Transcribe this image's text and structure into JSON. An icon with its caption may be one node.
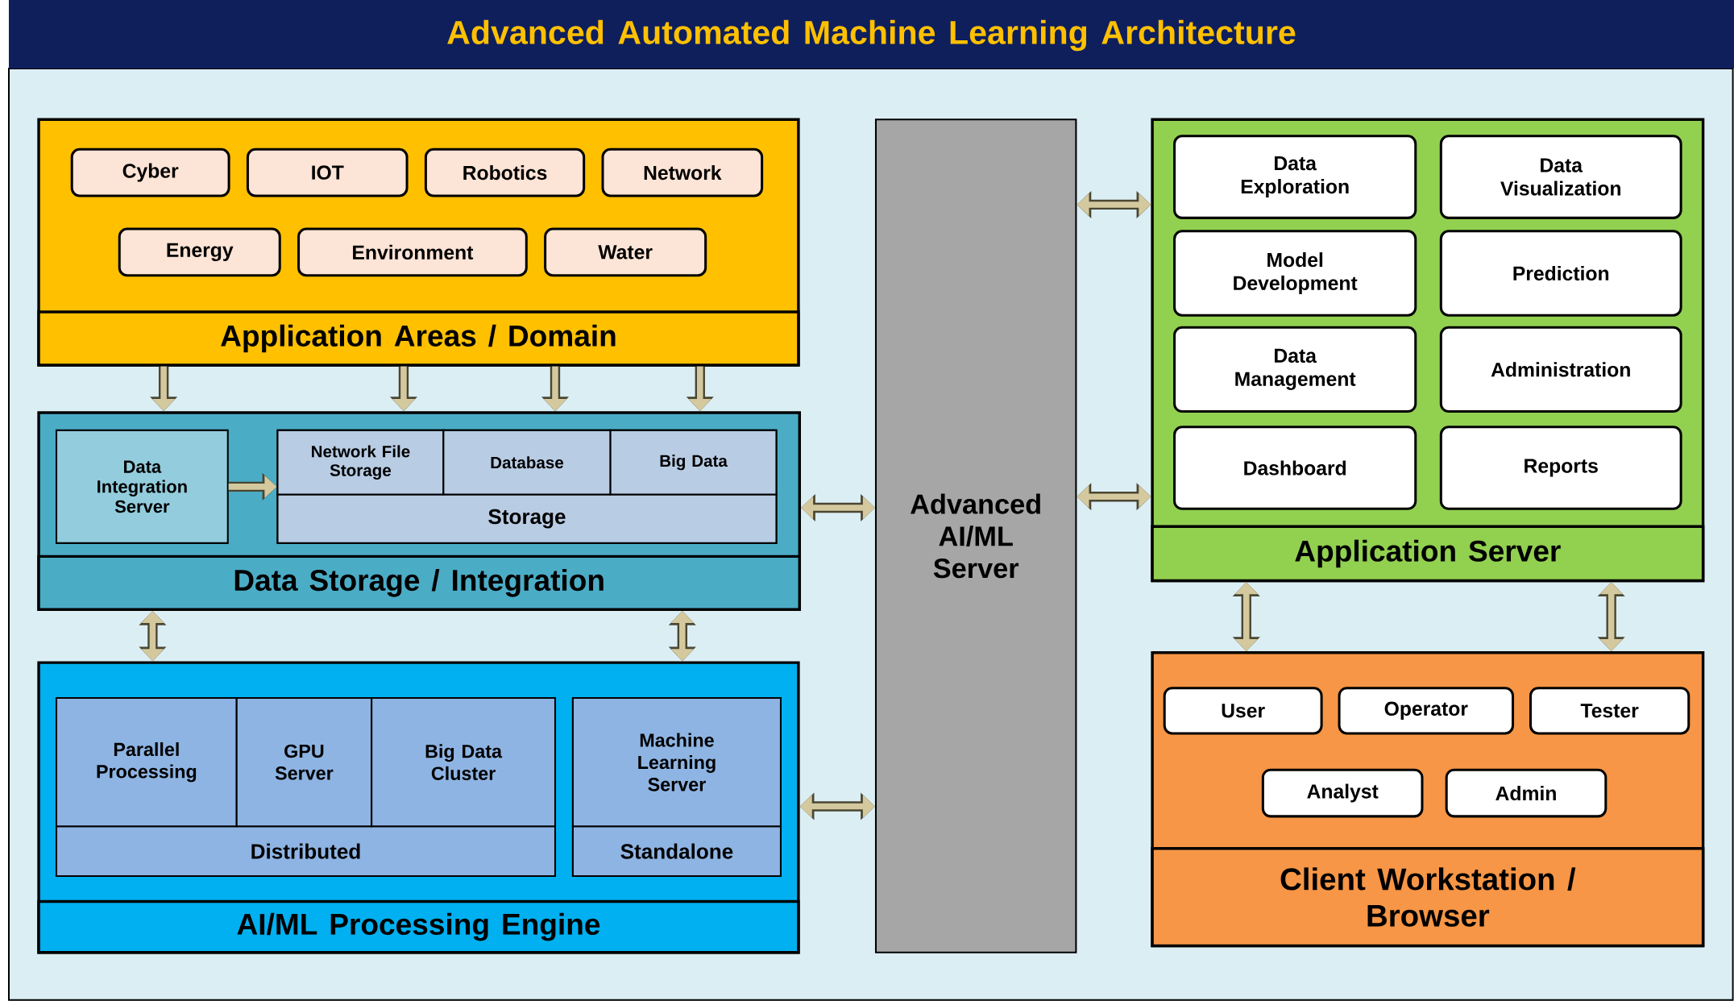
{
  "diagram": {
    "title": "Advanced Automated Machine Learning Architecture",
    "nodes": [
      {
        "text": [
          "Application Areas / Domain"
        ]
      },
      {
        "text": [
          "Cyber"
        ],
        "in": 0
      },
      {
        "text": [
          "IOT"
        ],
        "in": 0
      },
      {
        "text": [
          "Robotics"
        ],
        "in": 0
      },
      {
        "text": [
          "Network"
        ],
        "in": 0
      },
      {
        "text": [
          "Energy"
        ],
        "in": 0
      },
      {
        "text": [
          "Environment"
        ],
        "in": 0
      },
      {
        "text": [
          "Water"
        ],
        "in": 0
      },
      {
        "text": [
          "Data Storage / Integration"
        ]
      },
      {
        "text": [
          "Data Integration Server"
        ],
        "in": 8
      },
      {
        "text": [
          "Storage"
        ],
        "in": 8
      },
      {
        "text": [
          "Network File Storage"
        ],
        "in": 10
      },
      {
        "text": [
          "Database"
        ],
        "in": 10
      },
      {
        "text": [
          "Big Data"
        ],
        "in": 10
      },
      {
        "text": [
          "AI/ML Processing Engine"
        ]
      },
      {
        "text": [
          "Distributed"
        ],
        "in": 14
      },
      {
        "text": [
          "Parallel Processing"
        ],
        "in": 15
      },
      {
        "text": [
          "GPU Server"
        ],
        "in": 15
      },
      {
        "text": [
          "Big Data Cluster"
        ],
        "in": 15
      },
      {
        "text": [
          "Standalone"
        ],
        "in": 14
      },
      {
        "text": [
          "Machine Learning Server"
        ],
        "in": 19
      },
      {
        "text": [
          "Advanced AI/ML Server"
        ]
      },
      {
        "text": [
          "Application Server"
        ]
      },
      {
        "text": [
          "Data Exploration"
        ],
        "in": 22
      },
      {
        "text": [
          "Data Visualization"
        ],
        "in": 22
      },
      {
        "text": [
          "Model Development"
        ],
        "in": 22
      },
      {
        "text": [
          "Prediction"
        ],
        "in": 22
      },
      {
        "text": [
          "Data Management"
        ],
        "in": 22
      },
      {
        "text": [
          "Administration"
        ],
        "in": 22
      },
      {
        "text": [
          "Dashboard"
        ],
        "in": 22
      },
      {
        "text": [
          "Reports"
        ],
        "in": 22
      },
      {
        "text": [
          "Client Workstation / Browser"
        ]
      },
      {
        "text": [
          "User"
        ],
        "in": 31
      },
      {
        "text": [
          "Operator"
        ],
        "in": 31
      },
      {
        "text": [
          "Tester"
        ],
        "in": 31
      },
      {
        "text": [
          "Analyst"
        ],
        "in": 31
      },
      {
        "text": [
          "Admin"
        ],
        "in": 31
      }
    ],
    "edges": [
      {
        "from": 0,
        "to": 8,
        "arrow": "to"
      },
      {
        "from": 0,
        "to": 8,
        "arrow": "to"
      },
      {
        "from": 0,
        "to": 8,
        "arrow": "to"
      },
      {
        "from": 0,
        "to": 8,
        "arrow": "to"
      },
      {
        "from": 9,
        "to": 10,
        "arrow": "to"
      },
      {
        "from": 8,
        "to": 14,
        "arrow": "both"
      },
      {
        "from": 8,
        "to": 14,
        "arrow": "both"
      },
      {
        "from": 8,
        "to": 21,
        "arrow": "both"
      },
      {
        "from": 14,
        "to": 21,
        "arrow": "both"
      },
      {
        "from": 21,
        "to": 22,
        "arrow": "both"
      },
      {
        "from": 21,
        "to": 22,
        "arrow": "both"
      },
      {
        "from": 22,
        "to": 31,
        "arrow": "both"
      },
      {
        "from": 22,
        "to": 31,
        "arrow": "both"
      }
    ]
  }
}
